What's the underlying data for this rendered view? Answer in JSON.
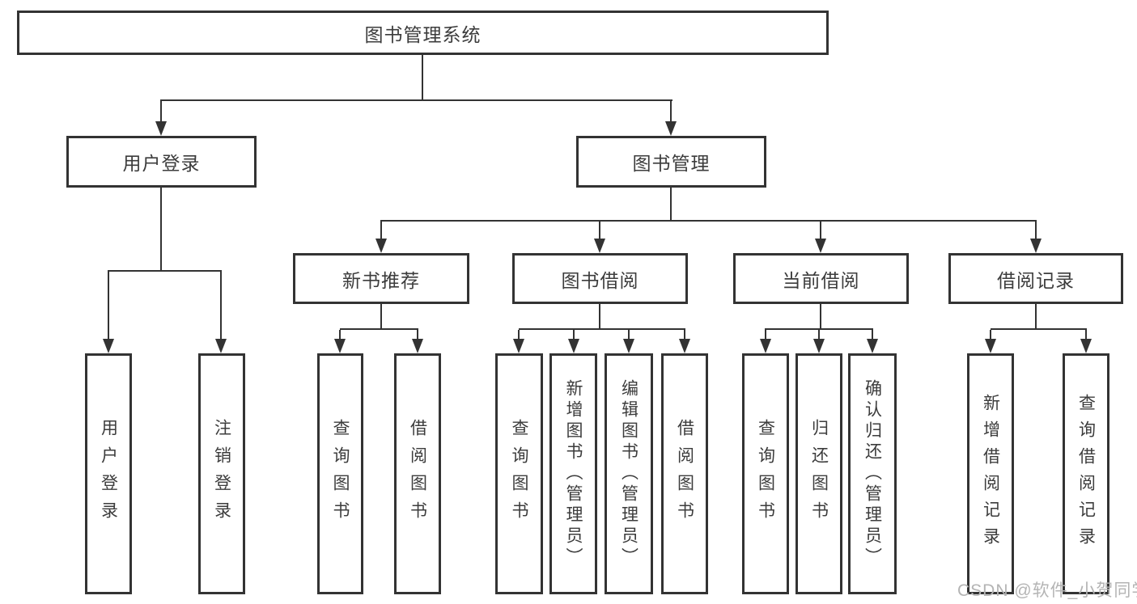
{
  "tree": {
    "root": {
      "label": "图书管理系统",
      "children": {
        "user_login": {
          "label": "用户登录",
          "children": {
            "login": {
              "label": "用户登录"
            },
            "logout": {
              "label": "注销登录"
            }
          }
        },
        "book_mgmt": {
          "label": "图书管理",
          "children": {
            "new_book_rec": {
              "label": "新书推荐",
              "children": {
                "query_book": {
                  "label": "查询图书"
                },
                "borrow_book": {
                  "label": "借阅图书"
                }
              }
            },
            "book_borrow": {
              "label": "图书借阅",
              "children": {
                "query_book": {
                  "label": "查询图书"
                },
                "add_book": {
                  "label": "新增图书（管理员）"
                },
                "edit_book": {
                  "label": "编辑图书（管理员）"
                },
                "borrow_book": {
                  "label": "借阅图书"
                }
              }
            },
            "current_borrow": {
              "label": "当前借阅",
              "children": {
                "query_book": {
                  "label": "查询图书"
                },
                "return_book": {
                  "label": "归还图书"
                },
                "confirm_return": {
                  "label": "确认归还（管理员）"
                }
              }
            },
            "borrow_records": {
              "label": "借阅记录",
              "children": {
                "add_record": {
                  "label": "新增借阅记录"
                },
                "query_record": {
                  "label": "查询借阅记录"
                }
              }
            }
          }
        }
      }
    }
  },
  "watermark": {
    "text": "CSDN @软件_小贺同学"
  },
  "colors": {
    "line": "#333333",
    "box_border": "#333333",
    "box_fill": "#ffffff",
    "text": "#3c3c3c",
    "watermark": "#b4b4b4",
    "background": "#ffffff"
  }
}
